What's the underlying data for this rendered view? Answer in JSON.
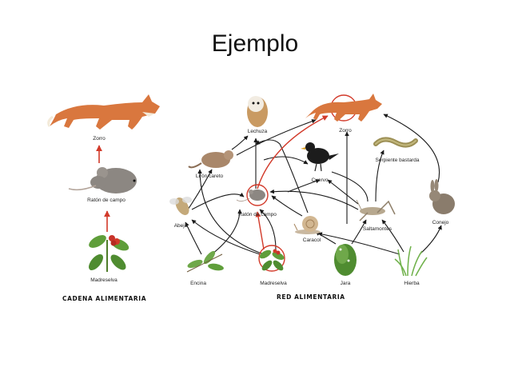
{
  "slide": {
    "title": "Ejemplo"
  },
  "chain": {
    "caption": "Cadena alimentaria",
    "labels": {
      "zorro": "Zorro",
      "raton": "Ratón de campo",
      "madreselva": "Madreselva"
    }
  },
  "web": {
    "caption": "Red alimentaria",
    "labels": {
      "lechuza": "Lechuza",
      "zorro": "Zorro",
      "liron": "Lirón careto",
      "cuervo": "Cuervo",
      "serpiente": "Serpiente bastarda",
      "abeja": "Abeja",
      "raton": "Ratón de campo",
      "caracol": "Caracol",
      "saltamontes": "Saltamontes",
      "conejo": "Conejo",
      "encina": "Encina",
      "madreselva": "Madreselva",
      "jara": "Jara",
      "hierba": "Hierba"
    }
  },
  "colors": {
    "highlight_arrow": "#d23a2a",
    "arrow": "#1a1a1a",
    "fox": "#d9773e",
    "leaf": "#5f9e3a"
  }
}
